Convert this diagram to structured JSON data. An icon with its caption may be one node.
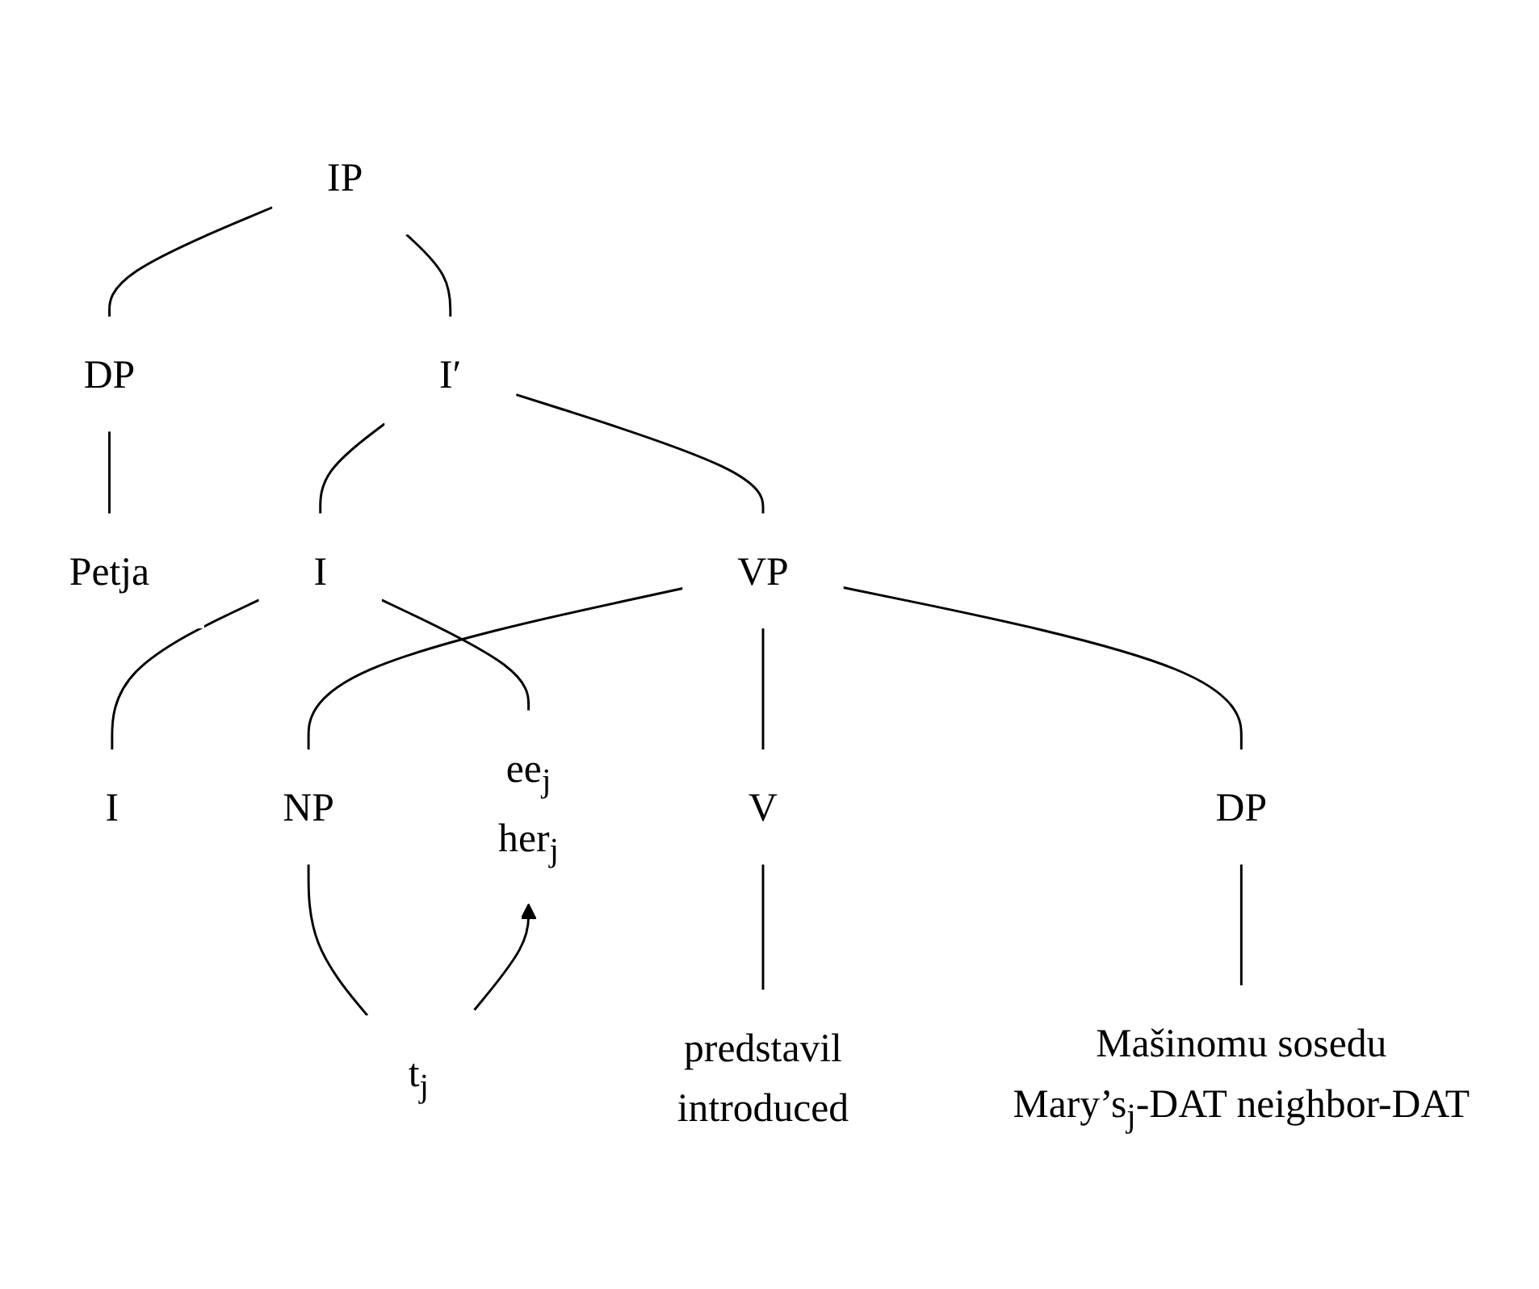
{
  "diagram": {
    "nodes": [
      {
        "text": [
          "IP"
        ]
      },
      {
        "text": [
          "DP"
        ]
      },
      {
        "text": [
          "I′"
        ]
      },
      {
        "text": [
          "Petja"
        ]
      },
      {
        "text": [
          "I"
        ]
      },
      {
        "text": [
          "VP"
        ]
      },
      {
        "text": [
          "I"
        ]
      },
      {
        "text": [
          "ee$_{j}$",
          "her$_{j}$"
        ]
      },
      {
        "text": [
          "V"
        ]
      },
      {
        "text": [
          "DP"
        ]
      },
      {
        "text": [
          "NP"
        ]
      },
      {
        "text": [
          "predstavil",
          "introduced"
        ]
      },
      {
        "text": [
          "Mašinomu sosedu",
          "Mary’s$_{j}$-DAT neighbor-DAT"
        ]
      },
      {
        "text": [
          "t$_{j}$"
        ]
      }
    ],
    "edges": [
      {
        "from": 0,
        "to": 1,
        "arrow": "none"
      },
      {
        "from": 0,
        "to": 2,
        "arrow": "none"
      },
      {
        "from": 1,
        "to": 3,
        "arrow": "none"
      },
      {
        "from": 2,
        "to": 4,
        "arrow": "none"
      },
      {
        "from": 2,
        "to": 5,
        "arrow": "none"
      },
      {
        "from": 4,
        "to": 6,
        "arrow": "none"
      },
      {
        "from": 4,
        "to": 7,
        "arrow": "none"
      },
      {
        "from": 5,
        "to": 8,
        "arrow": "none"
      },
      {
        "from": 5,
        "to": 9,
        "arrow": "none"
      },
      {
        "from": 5,
        "to": 10,
        "arrow": "none"
      },
      {
        "from": 8,
        "to": 11,
        "arrow": "none"
      },
      {
        "from": 9,
        "to": 12,
        "arrow": "none"
      },
      {
        "from": 10,
        "to": 13,
        "arrow": "none"
      },
      {
        "from": 13,
        "to": 7,
        "arrow": "to"
      }
    ]
  }
}
